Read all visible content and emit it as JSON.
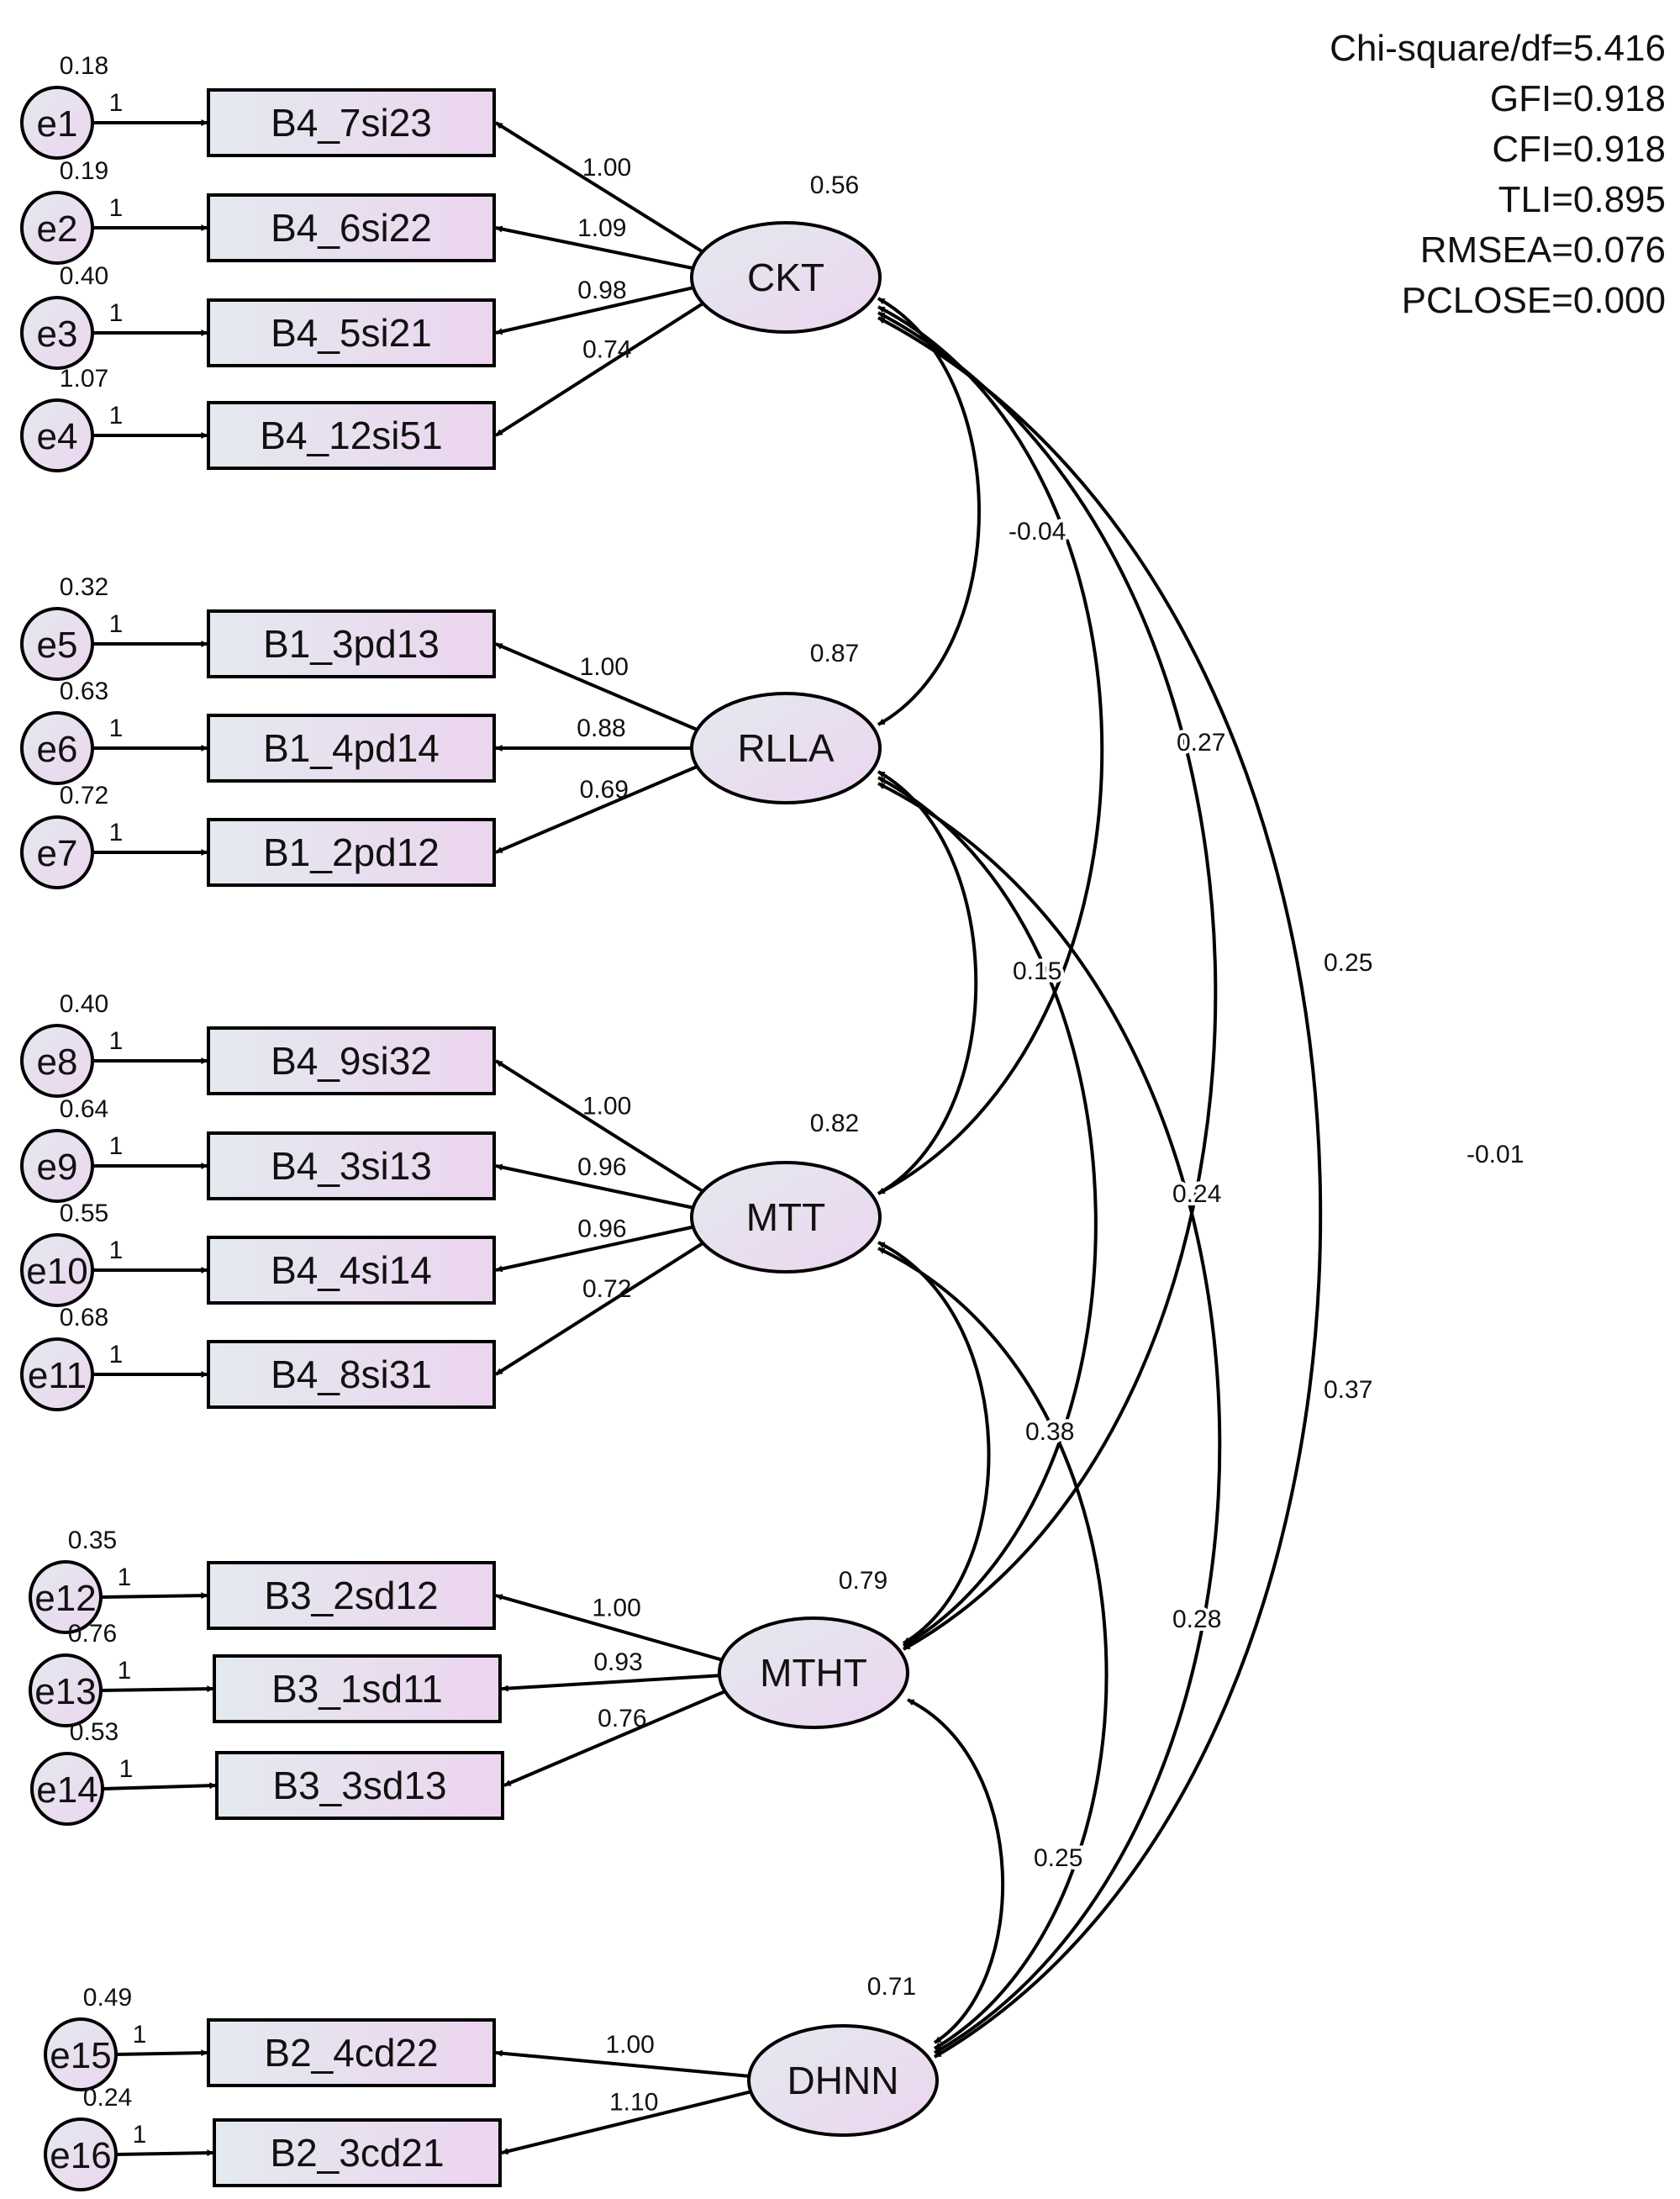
{
  "fit_stats": [
    "Chi-square/df=5.416",
    "GFI=0.918",
    "CFI=0.918",
    "TLI=0.895",
    "RMSEA=0.076",
    "PCLOSE=0.000"
  ],
  "latents": [
    {
      "id": "CKT",
      "label": "CKT",
      "variance": "0.56"
    },
    {
      "id": "RLLA",
      "label": "RLLA",
      "variance": "0.87"
    },
    {
      "id": "MTT",
      "label": "MTT",
      "variance": "0.82"
    },
    {
      "id": "MTHT",
      "label": "MTHT",
      "variance": "0.79"
    },
    {
      "id": "DHNN",
      "label": "DHNN",
      "variance": "0.71"
    }
  ],
  "indicators": [
    {
      "label": "B4_7si23",
      "factor": "CKT",
      "loading": "1.00",
      "error": "e1",
      "error_variance": "0.18",
      "fixed": "1"
    },
    {
      "label": "B4_6si22",
      "factor": "CKT",
      "loading": "1.09",
      "error": "e2",
      "error_variance": "0.19",
      "fixed": "1"
    },
    {
      "label": "B4_5si21",
      "factor": "CKT",
      "loading": "0.98",
      "error": "e3",
      "error_variance": "0.40",
      "fixed": "1"
    },
    {
      "label": "B4_12si51",
      "factor": "CKT",
      "loading": "0.74",
      "error": "e4",
      "error_variance": "1.07",
      "fixed": "1"
    },
    {
      "label": "B1_3pd13",
      "factor": "RLLA",
      "loading": "1.00",
      "error": "e5",
      "error_variance": "0.32",
      "fixed": "1"
    },
    {
      "label": "B1_4pd14",
      "factor": "RLLA",
      "loading": "0.88",
      "error": "e6",
      "error_variance": "0.63",
      "fixed": "1"
    },
    {
      "label": "B1_2pd12",
      "factor": "RLLA",
      "loading": "0.69",
      "error": "e7",
      "error_variance": "0.72",
      "fixed": "1"
    },
    {
      "label": "B4_9si32",
      "factor": "MTT",
      "loading": "1.00",
      "error": "e8",
      "error_variance": "0.40",
      "fixed": "1"
    },
    {
      "label": "B4_3si13",
      "factor": "MTT",
      "loading": "0.96",
      "error": "e9",
      "error_variance": "0.64",
      "fixed": "1"
    },
    {
      "label": "B4_4si14",
      "factor": "MTT",
      "loading": "0.96",
      "error": "e10",
      "error_variance": "0.55",
      "fixed": "1"
    },
    {
      "label": "B4_8si31",
      "factor": "MTT",
      "loading": "0.72",
      "error": "e11",
      "error_variance": "0.68",
      "fixed": "1"
    },
    {
      "label": "B3_2sd12",
      "factor": "MTHT",
      "loading": "1.00",
      "error": "e12",
      "error_variance": "0.35",
      "fixed": "1"
    },
    {
      "label": "B3_1sd11",
      "factor": "MTHT",
      "loading": "0.93",
      "error": "e13",
      "error_variance": "0.76",
      "fixed": "1"
    },
    {
      "label": "B3_3sd13",
      "factor": "MTHT",
      "loading": "0.76",
      "error": "e14",
      "error_variance": "0.53",
      "fixed": "1"
    },
    {
      "label": "B2_4cd22",
      "factor": "DHNN",
      "loading": "1.00",
      "error": "e15",
      "error_variance": "0.49",
      "fixed": "1"
    },
    {
      "label": "B2_3cd21",
      "factor": "DHNN",
      "loading": "1.10",
      "error": "e16",
      "error_variance": "0.24",
      "fixed": "1"
    }
  ],
  "covariances": [
    {
      "from": "CKT",
      "to": "RLLA",
      "value": "-0.04"
    },
    {
      "from": "CKT",
      "to": "MTT",
      "value": "0.27"
    },
    {
      "from": "CKT",
      "to": "MTHT",
      "value": "0.25"
    },
    {
      "from": "CKT",
      "to": "DHNN",
      "value": "-0.01"
    },
    {
      "from": "RLLA",
      "to": "MTT",
      "value": "0.15"
    },
    {
      "from": "RLLA",
      "to": "MTHT",
      "value": "0.24"
    },
    {
      "from": "RLLA",
      "to": "DHNN",
      "value": "0.37"
    },
    {
      "from": "MTT",
      "to": "MTHT",
      "value": "0.38"
    },
    {
      "from": "MTT",
      "to": "DHNN",
      "value": "0.28"
    },
    {
      "from": "MTHT",
      "to": "DHNN",
      "value": "0.25"
    }
  ],
  "colors": {
    "node_fill_start": "#e4e9ef",
    "node_fill_end": "#ecd5ef",
    "stroke": "#000000",
    "text": "#111111"
  }
}
